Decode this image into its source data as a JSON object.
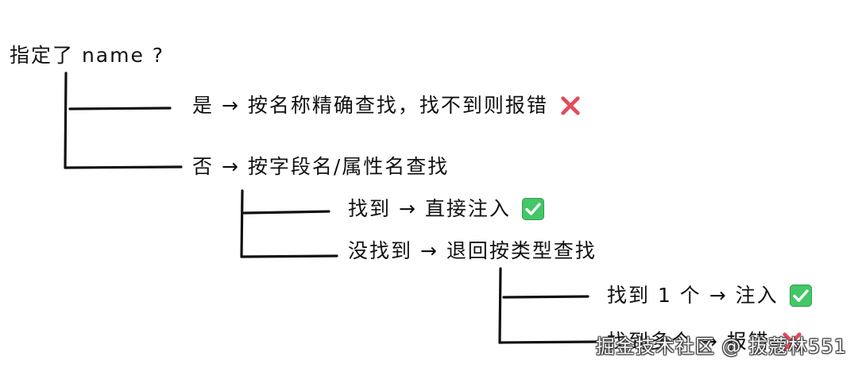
{
  "diagram": {
    "root": "指定了 name ?",
    "branch_yes": "是 → 按名称精确查找，找不到则报错",
    "branch_no": "否 → 按字段名/属性名查找",
    "no_found": "找到 → 直接注入",
    "no_not_found": "没找到 → 退回按类型查找",
    "type_found_one": "找到 1 个 → 注入",
    "type_found_many": "找到多个 → 报错"
  },
  "icons": {
    "error": "cross-mark-icon",
    "success": "check-mark-icon"
  },
  "colors": {
    "line": "#111111",
    "cross": "#e24b5c",
    "check": "#44c767"
  },
  "watermark": "掘金技术社区 @ 拔蔻林551"
}
